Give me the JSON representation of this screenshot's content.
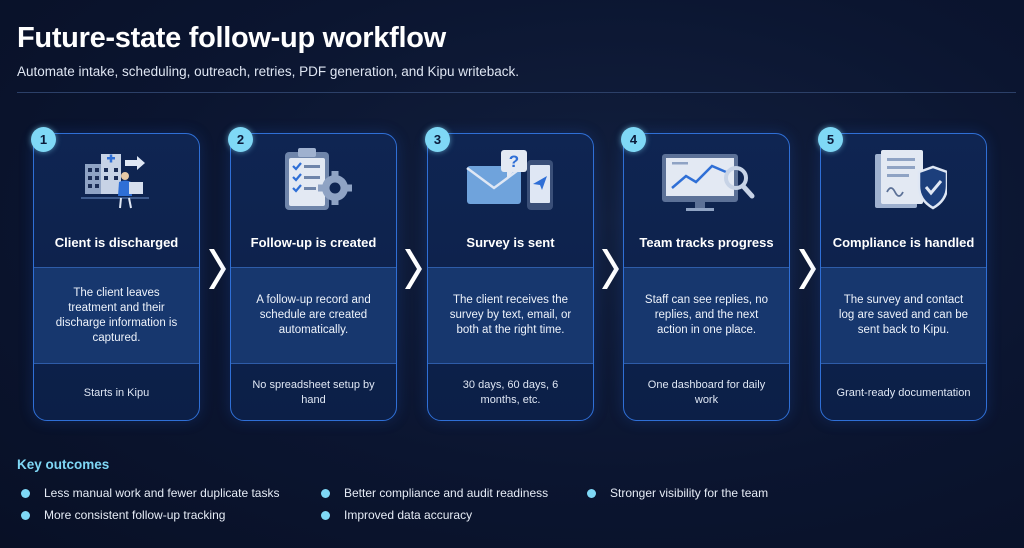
{
  "header": {
    "title": "Future-state follow-up workflow",
    "subtitle": "Automate intake, scheduling, outreach, retries, PDF generation, and Kipu writeback."
  },
  "steps": [
    {
      "number": "1",
      "icon": "discharge-building-icon",
      "title": "Client is discharged",
      "description": "The client leaves treatment and their discharge information is captured.",
      "note": "Starts in Kipu"
    },
    {
      "number": "2",
      "icon": "clipboard-gear-icon",
      "title": "Follow-up is created",
      "description": "A follow-up record and schedule are created automatically.",
      "note": "No spreadsheet setup by hand"
    },
    {
      "number": "3",
      "icon": "message-phone-icon",
      "title": "Survey is sent",
      "description": "The client receives the survey by text, email, or both at the right time.",
      "note": "30 days, 60 days, 6 months, etc."
    },
    {
      "number": "4",
      "icon": "monitor-analytics-icon",
      "title": "Team tracks progress",
      "description": "Staff can see replies, no replies, and the next action in one place.",
      "note": "One dashboard for daily work"
    },
    {
      "number": "5",
      "icon": "document-shield-icon",
      "title": "Compliance is handled",
      "description": "The survey and contact log are saved and can be sent back to Kipu.",
      "note": "Grant-ready documentation"
    }
  ],
  "outcomes": {
    "title": "Key outcomes",
    "items": [
      "Less manual work and fewer duplicate tasks",
      "Better compliance and audit readiness",
      "Stronger visibility for the team",
      "More consistent follow-up tracking",
      "Improved data accuracy"
    ]
  },
  "colors": {
    "accent": "#7fd8f6",
    "card_border": "#2f6fd6",
    "card_mid": "#17376e",
    "background": "#0b1530"
  }
}
